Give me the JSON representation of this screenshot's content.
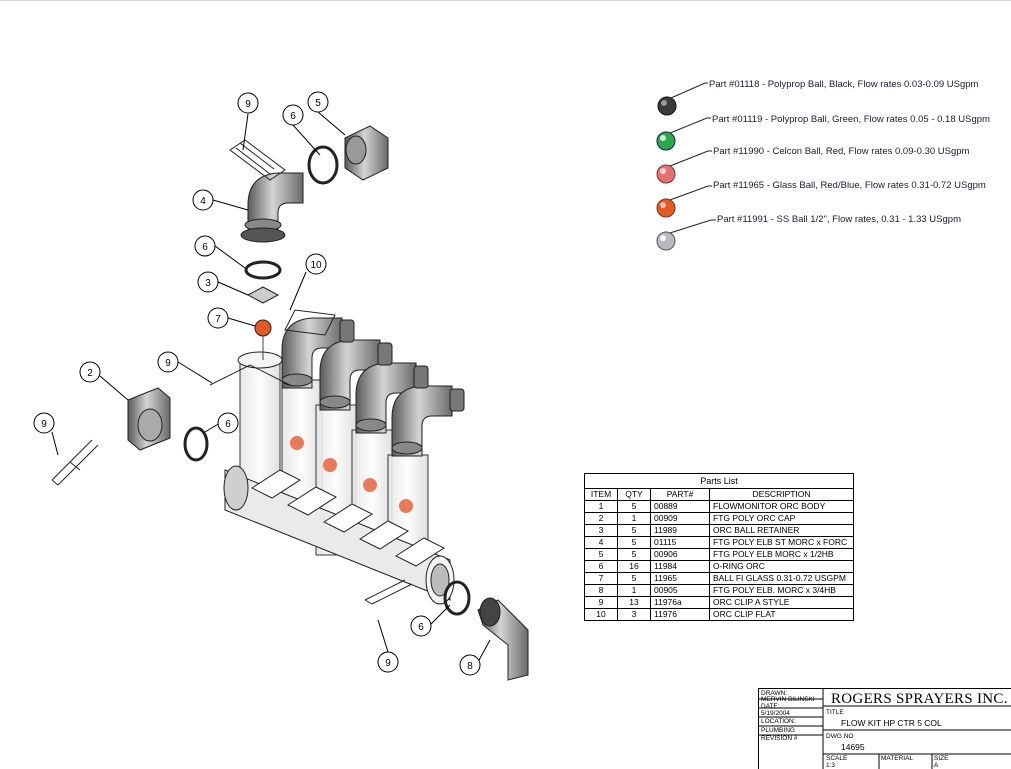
{
  "balls": [
    {
      "label": "Part #01118 - Polyprop Ball, Black, Flow rates 0.03-0.09 USgpm",
      "color": "#3a3a3a"
    },
    {
      "label": "Part #01119 - Polyprop Ball, Green, Flow rates 0.05 - 0.18 USgpm",
      "color": "#2ea84a"
    },
    {
      "label": "Part #11990 - Celcon Ball, Red, Flow rates 0.09-0.30 USgpm",
      "color": "#e87070"
    },
    {
      "label": "Part #11965 - Glass Ball, Red/Blue, Flow rates 0.31-0.72 USgpm",
      "color": "#e25a25"
    },
    {
      "label": "Part #11991 - SS Ball 1/2\", Flow rates, 0.31 - 1.33 USgpm",
      "color": "#b8b8c0"
    }
  ],
  "balloons": [
    "9",
    "6",
    "5",
    "4",
    "6",
    "3",
    "7",
    "10",
    "9",
    "2",
    "9",
    "6",
    "6",
    "8",
    "9"
  ],
  "parts_list": {
    "caption": "Parts List",
    "headers": [
      "ITEM",
      "QTY",
      "PART#",
      "DESCRIPTION"
    ],
    "rows": [
      [
        "1",
        "5",
        "00889",
        "FLOWMONITOR ORC BODY"
      ],
      [
        "2",
        "1",
        "00909",
        "FTG POLY ORC CAP"
      ],
      [
        "3",
        "5",
        "11989",
        "ORC BALL RETAINER"
      ],
      [
        "4",
        "5",
        "01115",
        "FTG POLY ELB ST MORC x FORC"
      ],
      [
        "5",
        "5",
        "00906",
        "FTG POLY ELB MORC x 1/2HB"
      ],
      [
        "6",
        "16",
        "11984",
        "O-RING ORC"
      ],
      [
        "7",
        "5",
        "11965",
        "BALL FI GLASS 0.31-0.72 USGPM"
      ],
      [
        "8",
        "1",
        "00905",
        "FTG POLY ELB. MORC x 3/4HB"
      ],
      [
        "9",
        "13",
        "11976a",
        "ORC CLIP A STYLE"
      ],
      [
        "10",
        "3",
        "11976",
        "ORC CLIP FLAT"
      ]
    ]
  },
  "title_block": {
    "drawn_label": "DRAWN:",
    "drawn_by": "MERVIN BILINSKI",
    "date_label": "DATE:",
    "date": "5/19/2004",
    "location_label": "LOCATION:",
    "location": "PLUMBING",
    "revision_label": "REVISION #",
    "company": "ROGERS SPRAYERS INC.",
    "title_label": "TITLE",
    "title": "FLOW KIT HP CTR 5 COL",
    "dwg_label": "DWG NO",
    "dwg_no": "14695",
    "scale_label": "SCALE",
    "scale": "1:3",
    "material_label": "MATERIAL",
    "size_label": "SIZE",
    "size": "A"
  }
}
